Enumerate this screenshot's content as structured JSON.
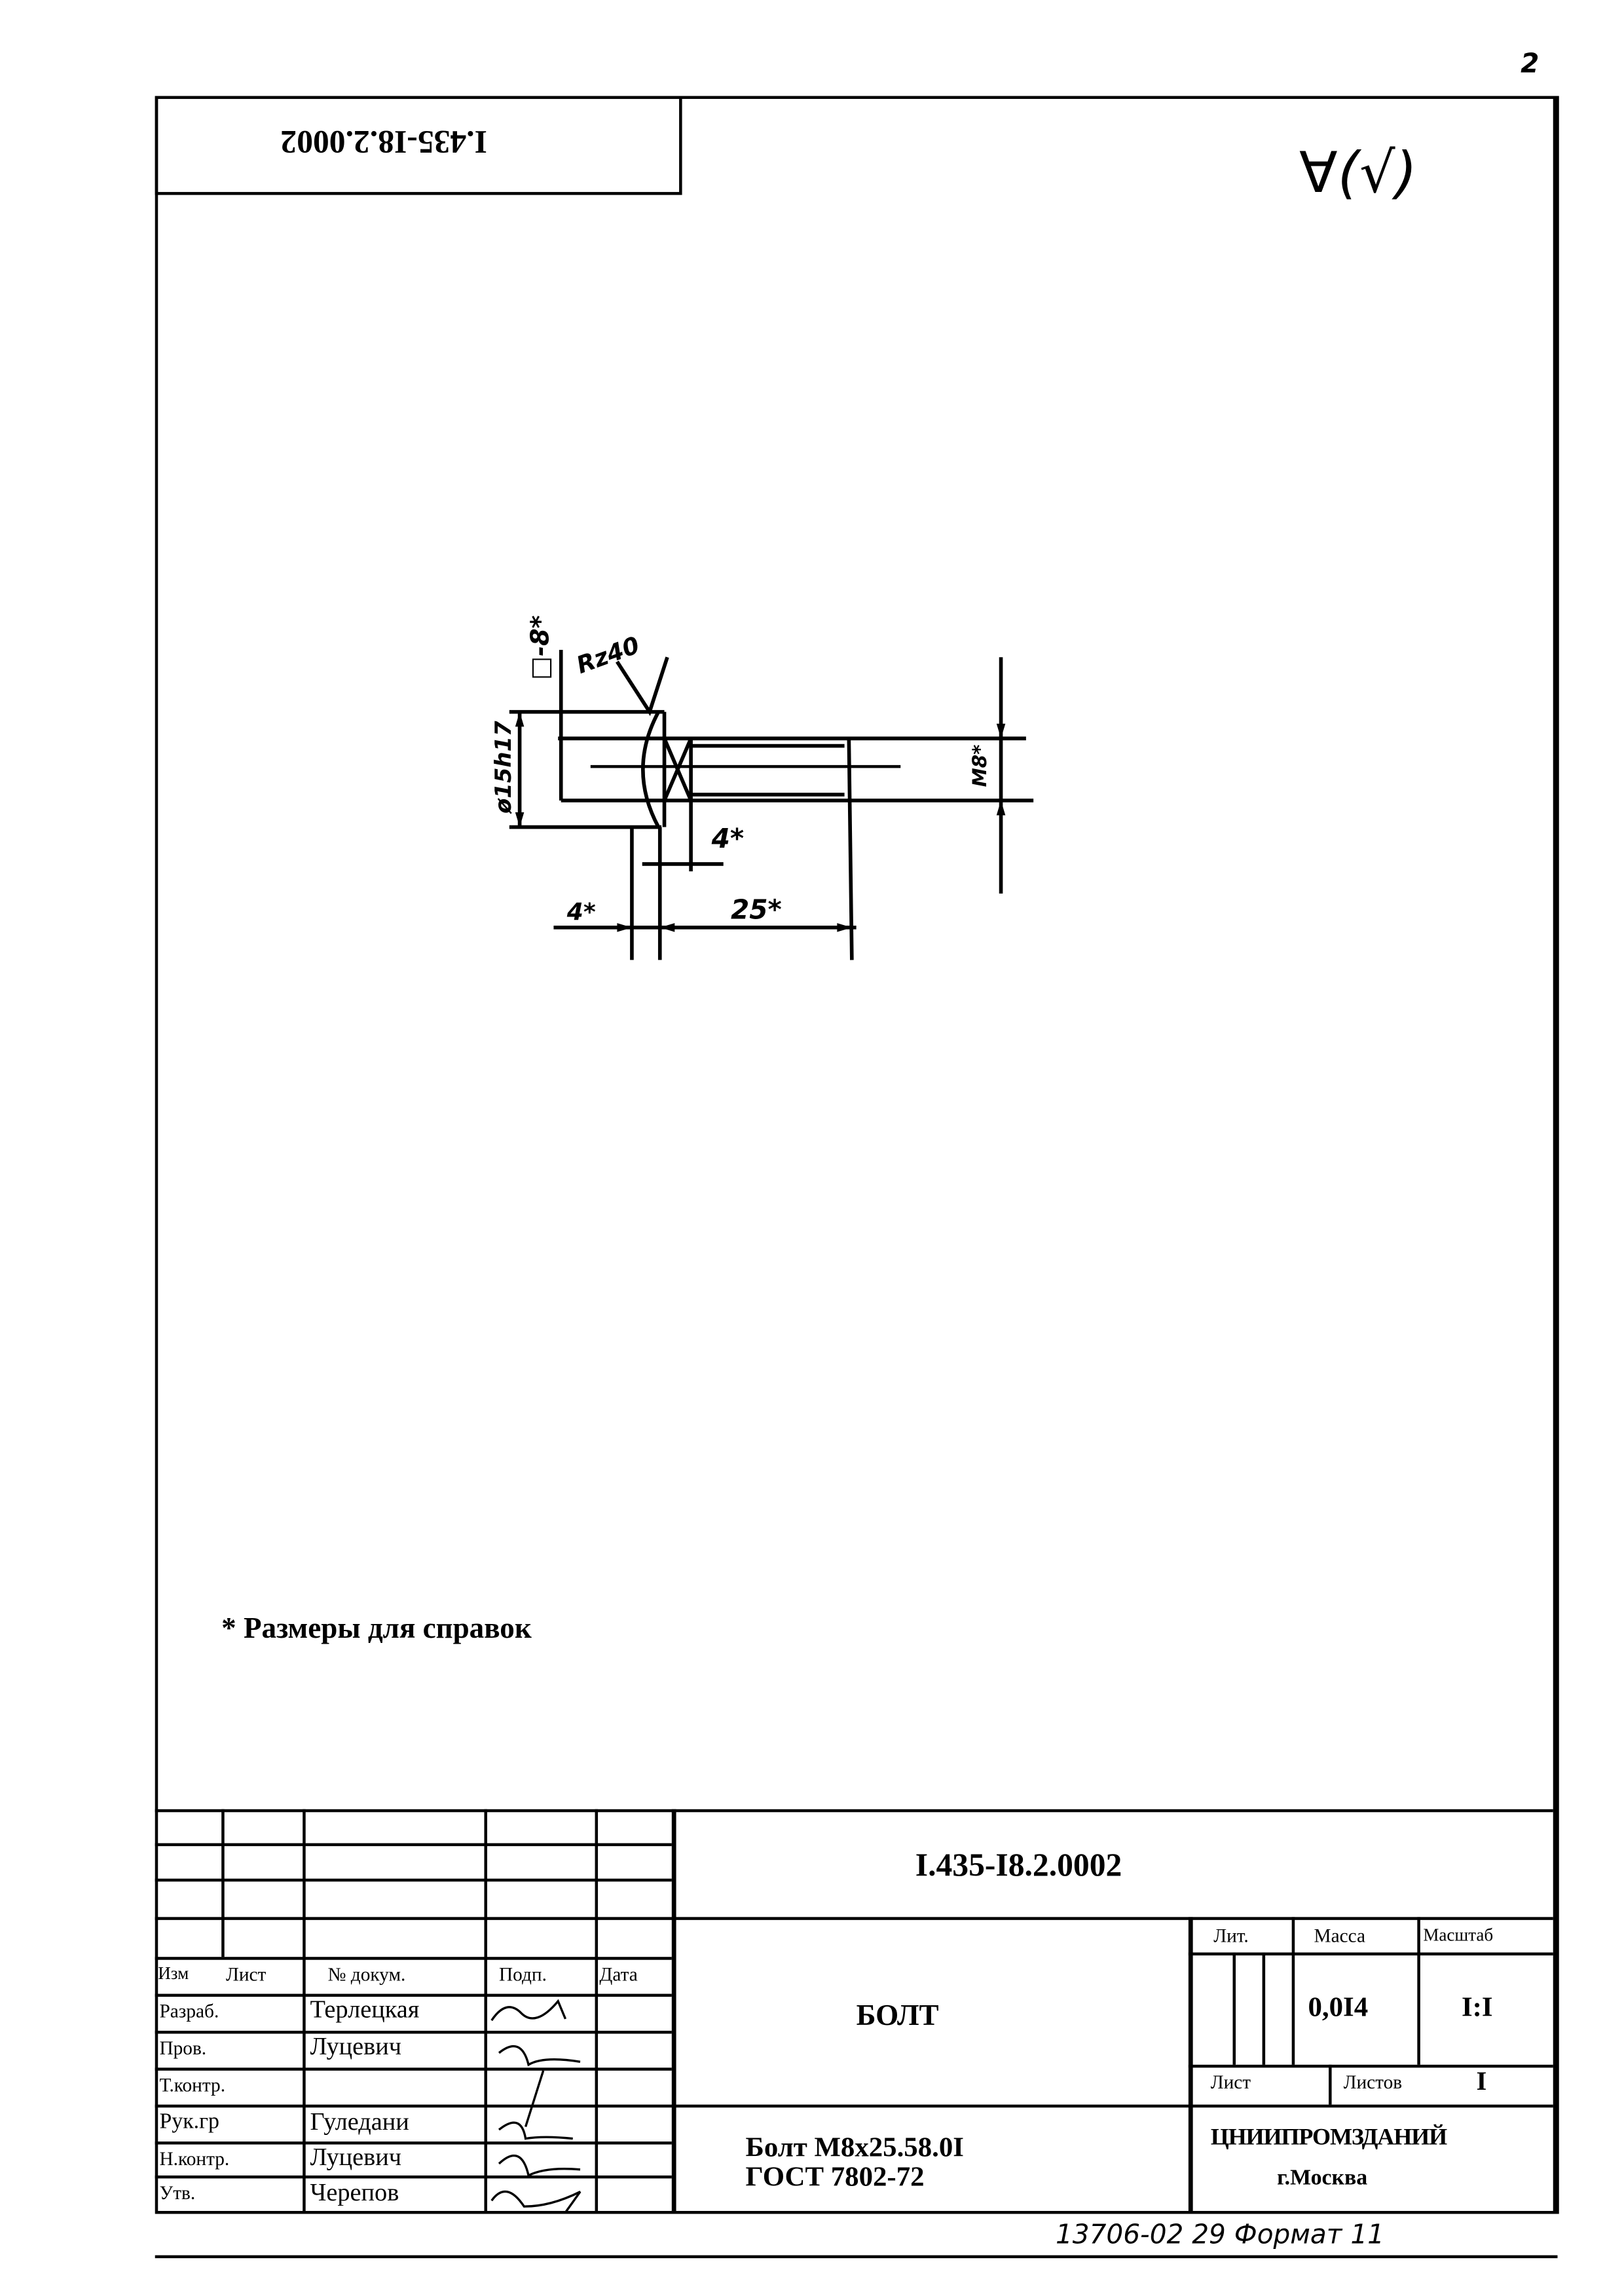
{
  "page_number": "2",
  "top_stamp": "I.435-I8.2.0002",
  "roughness_mark": "∀(√)",
  "drawing": {
    "dim_head_diameter": "ø15h17",
    "dim_head_square": "□-8*",
    "roughness": "Rz40",
    "dim_thread": "M8*",
    "dim_chamfer": "4*",
    "dim_head_height": "4*",
    "dim_length": "25*"
  },
  "note": "* Размеры для справок",
  "title_block": {
    "doc_code": "I.435-I8.2.0002",
    "headers": {
      "izm": "Изм",
      "list": "Лист",
      "doc_no": "№ докум.",
      "sign": "Подп.",
      "date": "Дата"
    },
    "roles": [
      {
        "role": "Разраб.",
        "name": "Терлецкая"
      },
      {
        "role": "Пров.",
        "name": "Луцевич"
      },
      {
        "role": "Т.контр.",
        "name": ""
      },
      {
        "role": "Рук.гр",
        "name": "Гуледани"
      },
      {
        "role": "Н.контр.",
        "name": "Луцевич"
      },
      {
        "role": "Утв.",
        "name": "Черепов"
      }
    ],
    "item_name": "БОЛТ",
    "material_line1": "Болт М8х25.58.0I",
    "material_line2": "ГОСТ 7802-72",
    "lit_label": "Лит.",
    "mass_label": "Масса",
    "scale_label": "Масштаб",
    "mass_value": "0,0I4",
    "scale_value": "I:I",
    "sheet_label": "Лист",
    "sheets_label": "Листов",
    "sheets_value": "I",
    "organization": "ЦНИИПРОМЗДАНИЙ",
    "city": "г.Москва"
  },
  "footer": "13706-02  29 Формат 11"
}
